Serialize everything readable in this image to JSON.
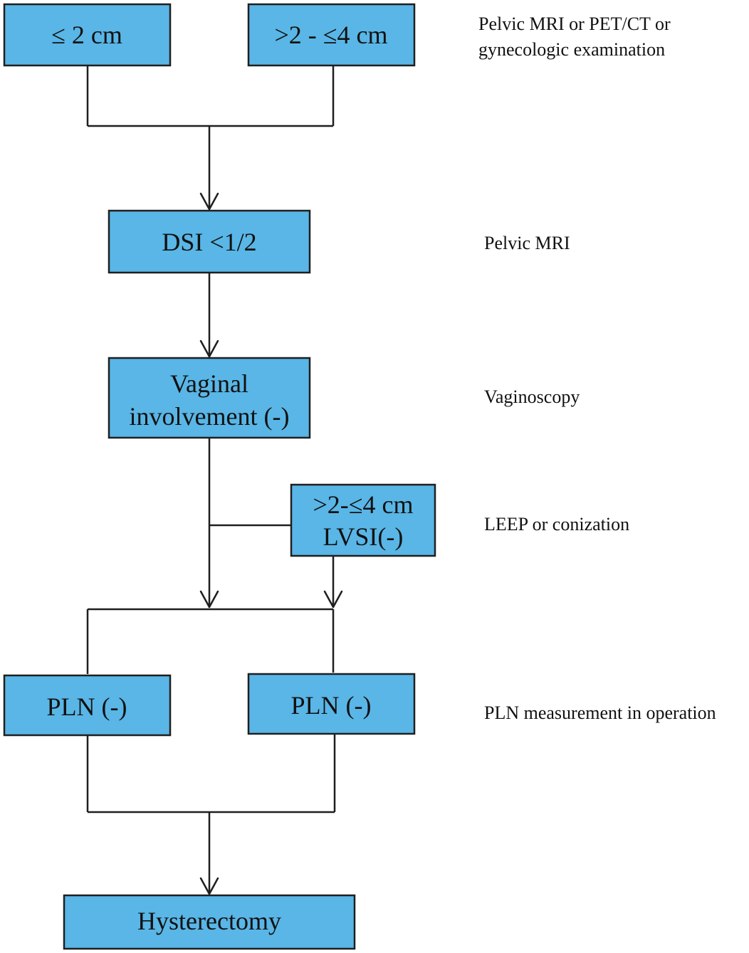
{
  "boxes": {
    "size_small": "≤ 2 cm",
    "size_medium": ">2 - ≤4 cm",
    "dsi": "DSI <1/2",
    "vaginal_line1": "Vaginal",
    "vaginal_line2": "involvement (-)",
    "leep_box_line1": ">2-≤4 cm",
    "leep_box_line2": "LVSI(-)",
    "pln_left": "PLN (-)",
    "pln_right": "PLN (-)",
    "hysterectomy": "Hysterectomy"
  },
  "notes": {
    "imaging_line1": "Pelvic MRI or PET/CT or",
    "imaging_line2": "gynecologic examination",
    "pelvic_mri": "Pelvic MRI",
    "vaginoscopy": "Vaginoscopy",
    "leep": "LEEP or conization",
    "pln_measurement": "PLN measurement in operation"
  },
  "colors": {
    "box_fill": "#59b6e6",
    "stroke": "#1f1f1f"
  }
}
